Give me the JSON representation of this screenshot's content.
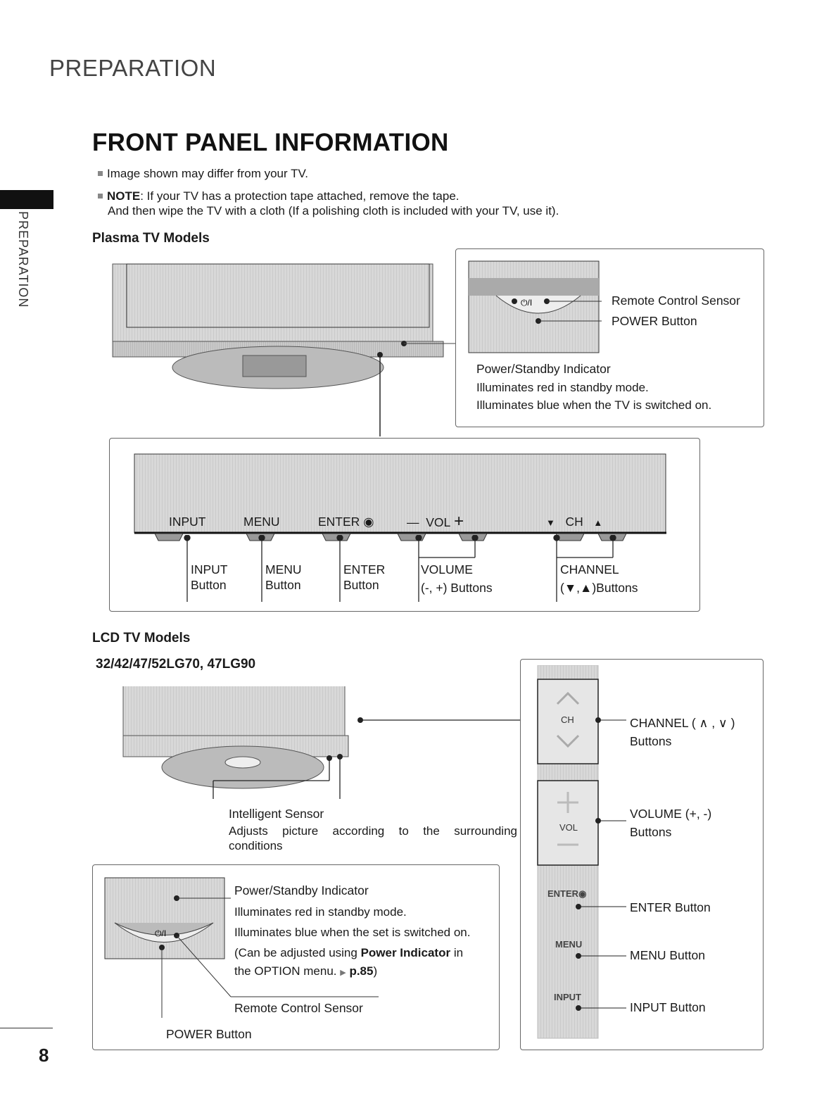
{
  "section_title": "PREPARATION",
  "side_tab": "PREPARATION",
  "page_title": "FRONT PANEL INFORMATION",
  "notes": [
    {
      "text": "Image shown may differ from your TV."
    },
    {
      "label": "NOTE",
      "text": ": If your TV has a protection tape attached, remove the tape.",
      "line2": "And then wipe the TV with a cloth (If a polishing cloth is included with your TV, use it)."
    }
  ],
  "plasma": {
    "heading": "Plasma TV Models",
    "detail": {
      "remote_sensor": "Remote Control Sensor",
      "power_button": "POWER Button",
      "indicator_title": "Power/Standby Indicator",
      "indicator_line1": "Illuminates red in standby mode.",
      "indicator_line2": "Illuminates blue when the TV is switched on.",
      "power_symbol": "⏻/I"
    },
    "panel_labels": {
      "input": "INPUT",
      "menu": "MENU",
      "enter": "ENTER",
      "enter_symbol": "◉",
      "vol_minus": "—",
      "vol": "VOL",
      "vol_plus": "+",
      "ch_down": "▼",
      "ch": "CH",
      "ch_up": "▲"
    },
    "callouts": [
      {
        "line1": "INPUT",
        "line2": "Button"
      },
      {
        "line1": "MENU",
        "line2": "Button"
      },
      {
        "line1": "ENTER",
        "line2": "Button"
      },
      {
        "line1": "VOLUME",
        "line2": "(-, +) Buttons"
      },
      {
        "line1": "CHANNEL",
        "line2": "(▼,▲)Buttons"
      }
    ]
  },
  "lcd": {
    "heading": "LCD TV Models",
    "models": "32/42/47/52LG70, 47LG90",
    "sensor_title": "Intelligent Sensor",
    "sensor_text": "Adjusts picture according to the surrounding conditions",
    "indicator_title": "Power/Standby Indicator",
    "indicator_lines": [
      "Illuminates red in standby mode.",
      "Illuminates blue when the set is switched on."
    ],
    "indicator_adjust_prefix": "(Can be adjusted using ",
    "indicator_adjust_bold": "Power Indicator",
    "indicator_adjust_suffix": " in",
    "indicator_menu_prefix": "the OPTION menu. ",
    "indicator_menu_page": "p.85",
    "indicator_menu_suffix": ")",
    "remote_sensor": "Remote Control Sensor",
    "power_button": "POWER Button",
    "power_symbol": "⏻/I",
    "side": {
      "ch_label": "CH",
      "vol_label": "VOL",
      "enter_label": "ENTER",
      "enter_symbol": "◉",
      "menu_label": "MENU",
      "input_label": "INPUT",
      "channel_title": "CHANNEL ( ∧ , ∨ )",
      "channel_sub": "Buttons",
      "volume_title": "VOLUME (+, -)",
      "volume_sub": "Buttons",
      "enter_button": "ENTER Button",
      "menu_button": "MENU Button",
      "input_button": "INPUT Button"
    }
  },
  "page_number": "8"
}
